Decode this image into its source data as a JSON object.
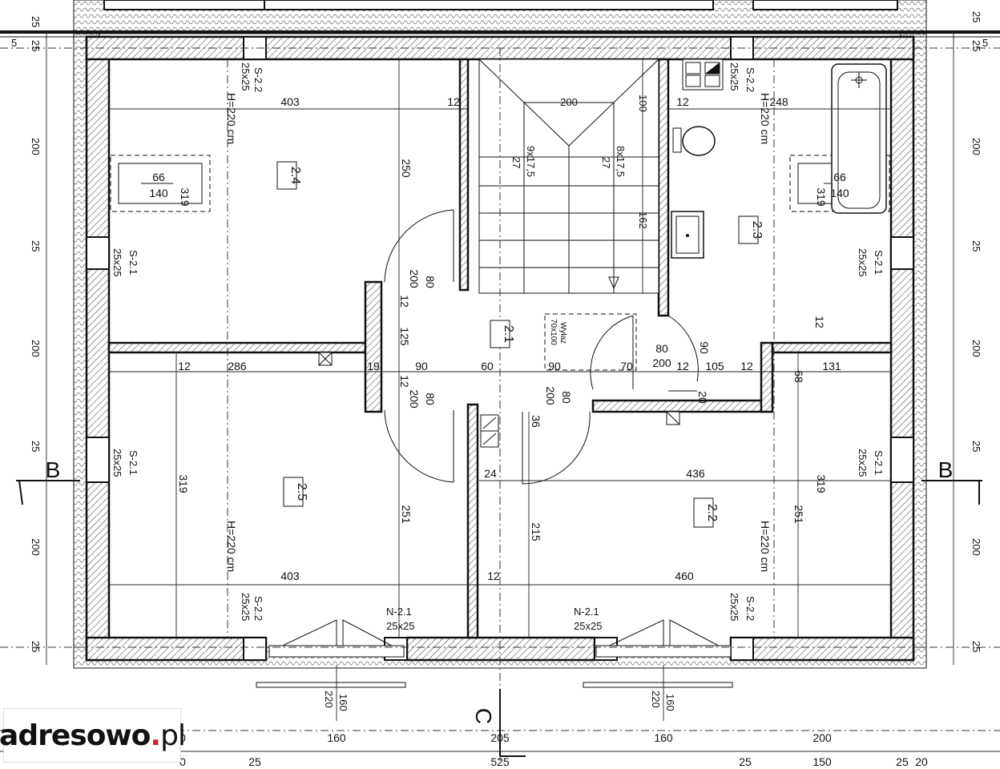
{
  "rooms": [
    "2.4",
    "2.3",
    "2.1",
    "2.5",
    "2.2"
  ],
  "room_heights": [
    "H=220 cm",
    "H=220 cm",
    "H=220 cm",
    "H=220 cm"
  ],
  "columns": {
    "s22_top_left": [
      "S-2.2",
      "25x25"
    ],
    "s22_top_right": [
      "S-2.2",
      "25x25"
    ],
    "s21_left_a": [
      "S-2.1",
      "25x25"
    ],
    "s21_right_a": [
      "S-2.1",
      "25x25"
    ],
    "s21_left_b": [
      "S-2.1",
      "25x25"
    ],
    "s21_right_b": [
      "S-2.1",
      "25x25"
    ],
    "s22_bottom_left": [
      "S-2.2",
      "25x25"
    ],
    "s22_bottom_right": [
      "S-2.2",
      "25x25"
    ],
    "n21_left": [
      "N-2.1",
      "25x25"
    ],
    "n21_right": [
      "N-2.1",
      "25x25"
    ]
  },
  "skylights": {
    "left": [
      "66",
      "140",
      "319"
    ],
    "right": [
      "66",
      "140",
      "319"
    ]
  },
  "hatch_label": [
    "Wyłaz",
    "70x100"
  ],
  "stairs": {
    "left": [
      "9x17,5",
      "27"
    ],
    "right": [
      "8x17,5",
      "27"
    ],
    "width": "200",
    "top": "100",
    "run": "162"
  },
  "dims_top_room": [
    "403",
    "12",
    "12",
    "248"
  ],
  "dims_mid": [
    "286",
    "12",
    "19",
    "90",
    "60",
    "90",
    "70",
    "12",
    "105",
    "12",
    "131"
  ],
  "dims_doors": [
    "80",
    "200",
    "12",
    "125",
    "12",
    "200",
    "80",
    "80",
    "200",
    "90",
    "80",
    "200",
    "36",
    "24",
    "68",
    "20"
  ],
  "dims_vertical": [
    "250",
    "251",
    "319",
    "215",
    "251",
    "319",
    "12"
  ],
  "dims_lower": [
    "436",
    "403",
    "12",
    "460"
  ],
  "left_dims": [
    "25",
    "5",
    "25",
    "200",
    "25",
    "200",
    "25",
    "200",
    "25"
  ],
  "right_dims": [
    "25",
    "5",
    "25",
    "200",
    "25",
    "200",
    "25",
    "200",
    "25"
  ],
  "window_dims": [
    "160",
    "220",
    "160",
    "220"
  ],
  "bottom_dims_row1": [
    "0",
    "160",
    "205",
    "160",
    "200"
  ],
  "bottom_dims_row2": [
    "0",
    "25",
    "525",
    "25",
    "150",
    "25",
    "20"
  ],
  "section_marks": [
    "B",
    "B",
    "C"
  ],
  "logo": {
    "main": "adresowo",
    "dot": ".",
    "tld": "pl"
  }
}
